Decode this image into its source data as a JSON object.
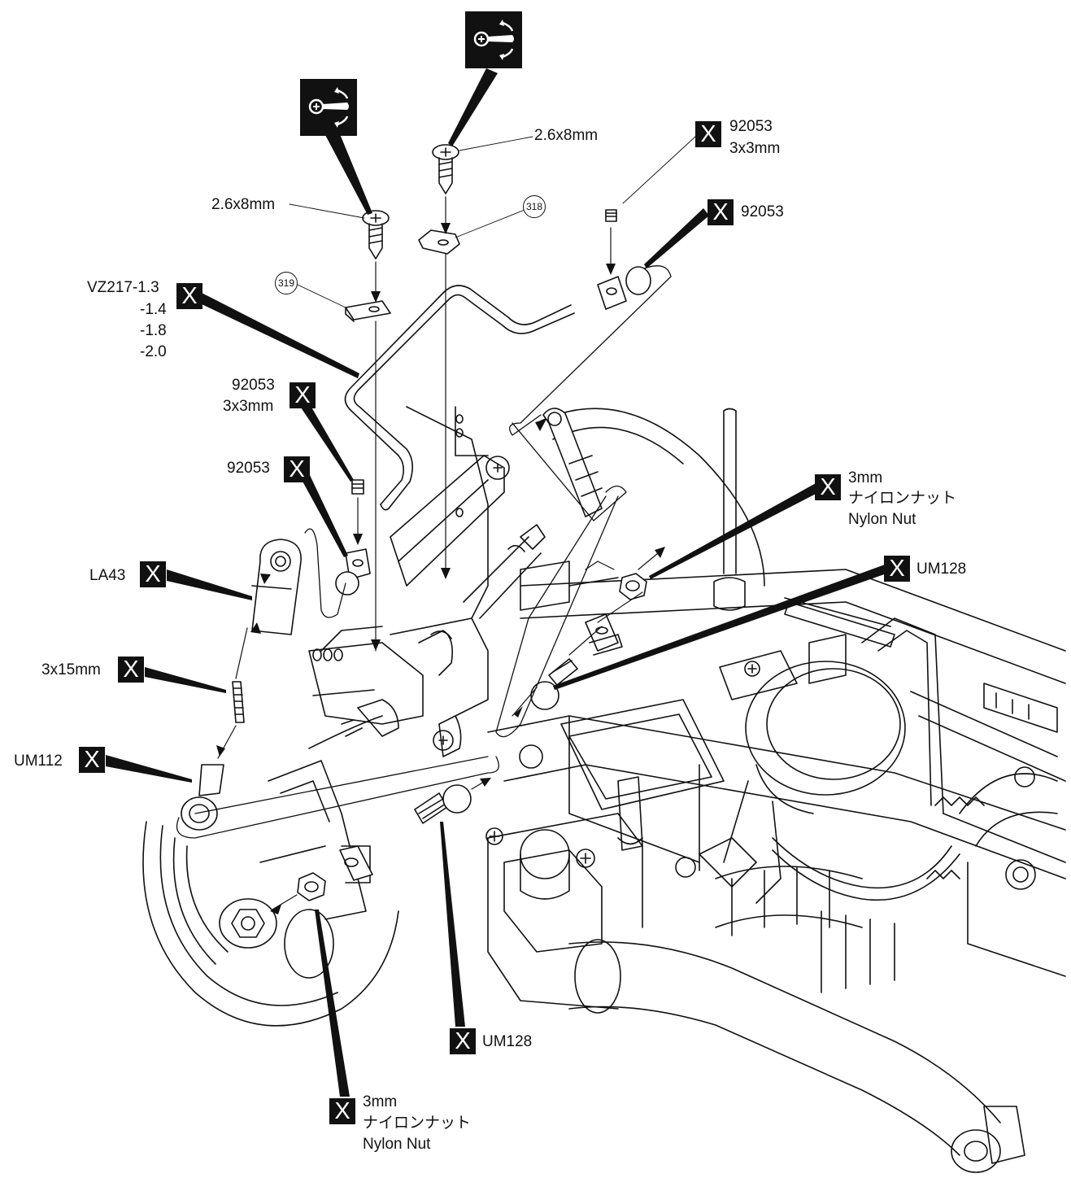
{
  "labels": {
    "screw_left": "2.6x8mm",
    "screw_top": "2.6x8mm",
    "part_319": "319",
    "part_318": "318",
    "pipe_code": "VZ217-1.3",
    "pipe_var_1": "-1.4",
    "pipe_var_2": "-1.8",
    "pipe_var_3": "-2.0",
    "setscrew_right_code": "92053",
    "setscrew_right_size": "3x3mm",
    "ball_right": "92053",
    "setscrew_left_code": "92053",
    "setscrew_left_size": "3x3mm",
    "ball_left": "92053",
    "rod_end": "LA43",
    "rod": "3x15mm",
    "ball_end": "UM112",
    "nut_upper_size": "3mm",
    "nut_upper_jp": "ナイロンナット",
    "nut_upper_en": "Nylon Nut",
    "ball_upper": "UM128",
    "ball_lower": "UM128",
    "nut_lower_size": "3mm",
    "nut_lower_jp": "ナイロンナット",
    "nut_lower_en": "Nylon Nut"
  },
  "badge_glyph": "X",
  "icons": {
    "tool": "screwdriver-rotate-icon",
    "badge": "x-mark-icon"
  },
  "colors": {
    "ink": "#111111",
    "paper": "#ffffff"
  }
}
